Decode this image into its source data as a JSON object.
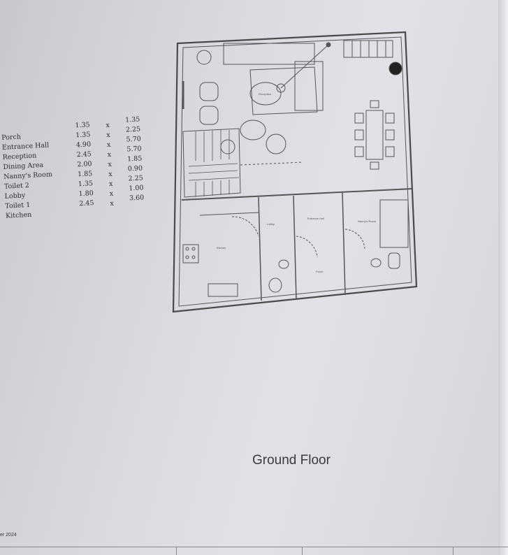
{
  "rooms_table": {
    "rows": [
      {
        "name": "Porch",
        "w": "1.35",
        "sep": "x",
        "h": "1.35"
      },
      {
        "name": "Entrance Hall",
        "w": "1.35",
        "sep": "x",
        "h": "2.25"
      },
      {
        "name": "Reception",
        "w": "4.90",
        "sep": "x",
        "h": "5.70"
      },
      {
        "name": "Dining Area",
        "w": "2.45",
        "sep": "x",
        "h": "5.70"
      },
      {
        "name": "Nanny's Room",
        "w": "2.00",
        "sep": "x",
        "h": "1.85"
      },
      {
        "name": "Toilet 2",
        "w": "1.85",
        "sep": "x",
        "h": "0.90"
      },
      {
        "name": "Lobby",
        "w": "1.35",
        "sep": "x",
        "h": "2.25"
      },
      {
        "name": "Toilet 1",
        "w": "1.80",
        "sep": "x",
        "h": "1.00"
      },
      {
        "name": "Kitchen",
        "w": "2.45",
        "sep": "x",
        "h": "3.60"
      }
    ]
  },
  "plan": {
    "room_labels": {
      "reception": "Reception",
      "lobby": "Lobby",
      "entrance": "Entrance Hall",
      "nanny": "Nanny's Room",
      "kitchen": "Kitchen",
      "porch": "Porch"
    }
  },
  "caption": "Ground Floor",
  "footer": "er 2024"
}
